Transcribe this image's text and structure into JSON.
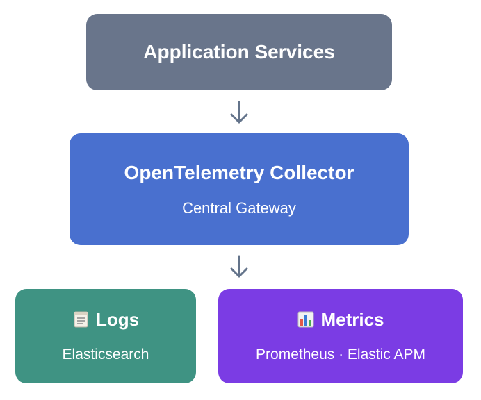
{
  "colors": {
    "app": "#69758b",
    "collector": "#4970cf",
    "logs": "#3f9383",
    "metrics": "#7b3ce4",
    "arrow": "#64748b"
  },
  "nodes": {
    "app": {
      "title": "Application Services"
    },
    "collector": {
      "title": "OpenTelemetry Collector",
      "subtitle": "Central Gateway"
    },
    "logs": {
      "icon": "notepad-icon",
      "title": "Logs",
      "subtitle": "Elasticsearch"
    },
    "metrics": {
      "icon": "bar-chart-icon",
      "title": "Metrics",
      "subtitle": "Prometheus · Elastic APM"
    }
  }
}
